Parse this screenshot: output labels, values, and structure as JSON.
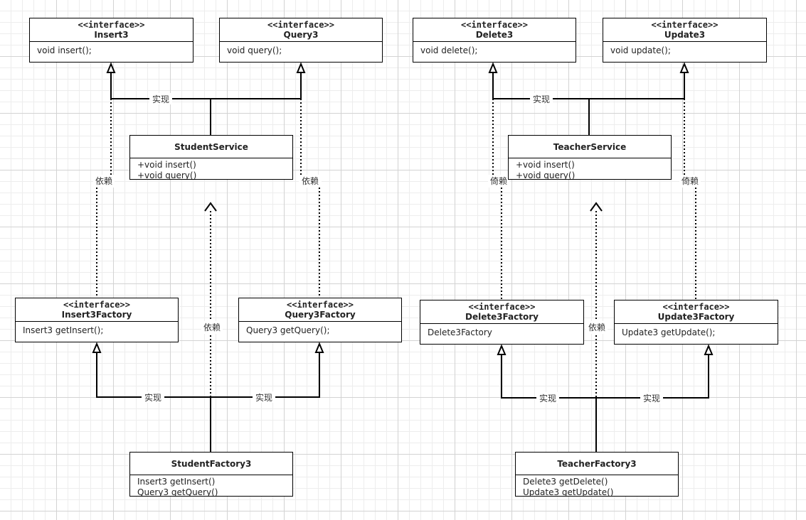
{
  "interfaces": {
    "insert3": {
      "stereotype": "<<interface>>",
      "name": "Insert3",
      "method": "void insert();"
    },
    "query3": {
      "stereotype": "<<interface>>",
      "name": "Query3",
      "method": "void query();"
    },
    "delete3": {
      "stereotype": "<<interface>>",
      "name": "Delete3",
      "method": "void delete();"
    },
    "update3": {
      "stereotype": "<<interface>>",
      "name": "Update3",
      "method": "void update();"
    }
  },
  "services": {
    "student": {
      "name": "StudentService",
      "methods": [
        "+void insert()",
        "+void query()"
      ]
    },
    "teacher": {
      "name": "TeacherService",
      "methods": [
        "+void insert()",
        "+void query()"
      ]
    }
  },
  "factory_interfaces": {
    "insert3_factory": {
      "stereotype": "<<interface>>",
      "name": "Insert3Factory",
      "method": "Insert3 getInsert();"
    },
    "query3_factory": {
      "stereotype": "<<interface>>",
      "name": "Query3Factory",
      "method": "Query3 getQuery();"
    },
    "delete3_factory": {
      "stereotype": "<<interface>>",
      "name": "Delete3Factory",
      "method": "Delete3Factory"
    },
    "update3_factory": {
      "stereotype": "<<interface>>",
      "name": "Update3Factory",
      "method": "Update3 getUpdate();"
    }
  },
  "factories": {
    "student": {
      "name": "StudentFactory3",
      "methods": [
        "Insert3 getInsert()",
        "Query3 getQuery()"
      ]
    },
    "teacher": {
      "name": "TeacherFactory3",
      "methods": [
        "Delete3 getDelete()",
        "Update3 getUpdate()"
      ]
    }
  },
  "edge_labels": {
    "realize": "实现",
    "depend": "依赖",
    "depend_alt": "倚赖"
  }
}
